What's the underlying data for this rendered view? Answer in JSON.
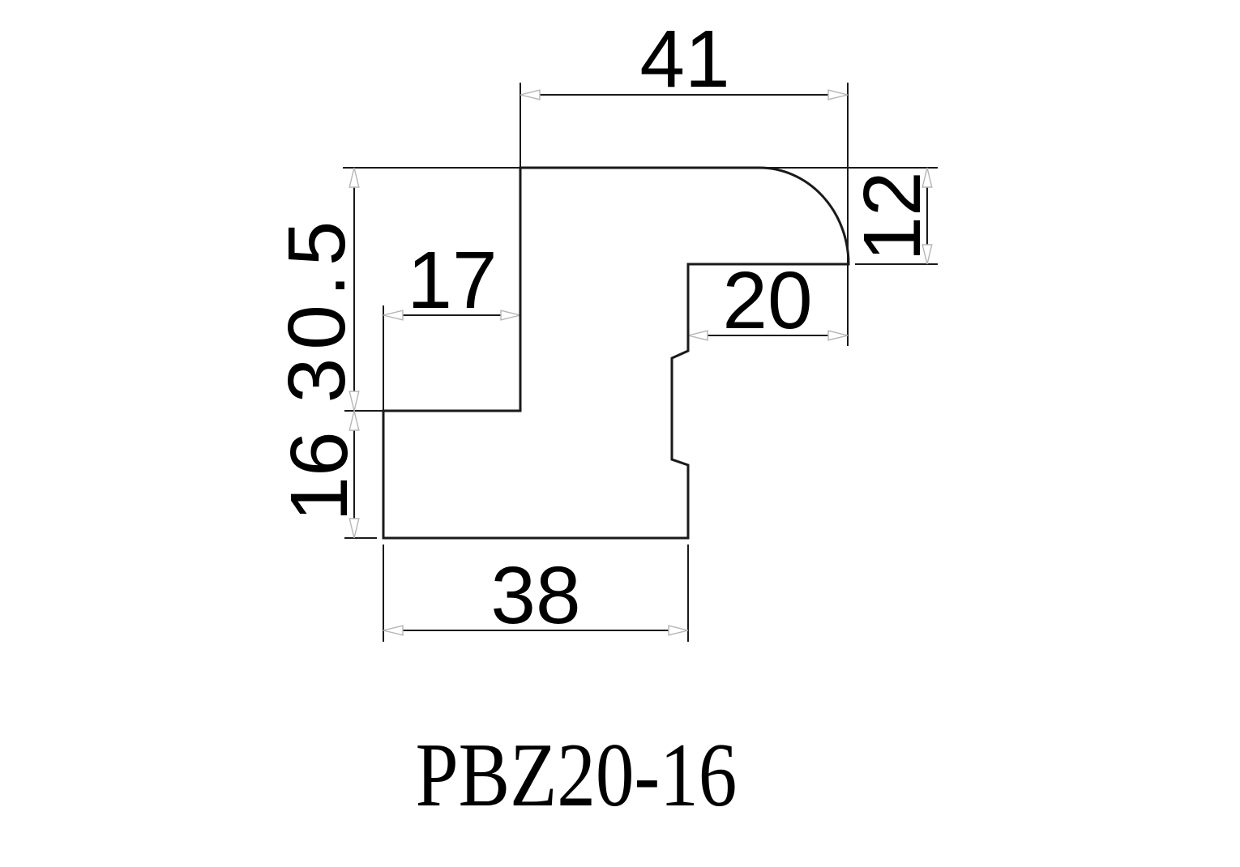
{
  "drawing": {
    "title": "PBZ20-16",
    "line_color": "#1a1a1a",
    "arrow_outline_color": "#b5b5b5",
    "background_color": "#ffffff",
    "dimensions": {
      "top_width": "41",
      "right_corner_height": "12",
      "left_upper_height": "30.5",
      "upper_step_width": "17",
      "right_step_width": "20",
      "left_lower_height": "16",
      "bottom_width": "38"
    }
  }
}
